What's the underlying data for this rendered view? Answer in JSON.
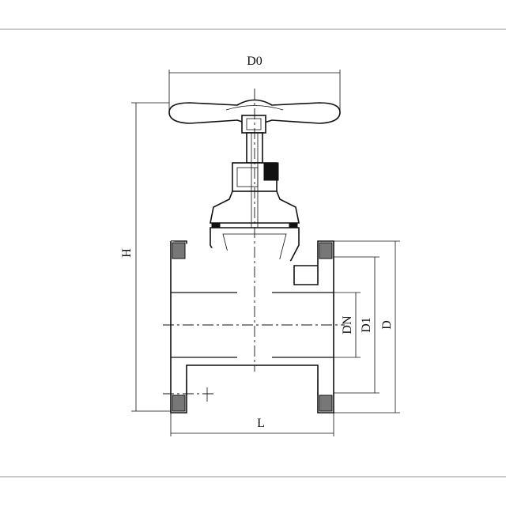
{
  "drawing": {
    "labels": {
      "d0": "D0",
      "h": "H",
      "dn": "DN",
      "d1": "D1",
      "d": "D",
      "l": "L"
    }
  }
}
